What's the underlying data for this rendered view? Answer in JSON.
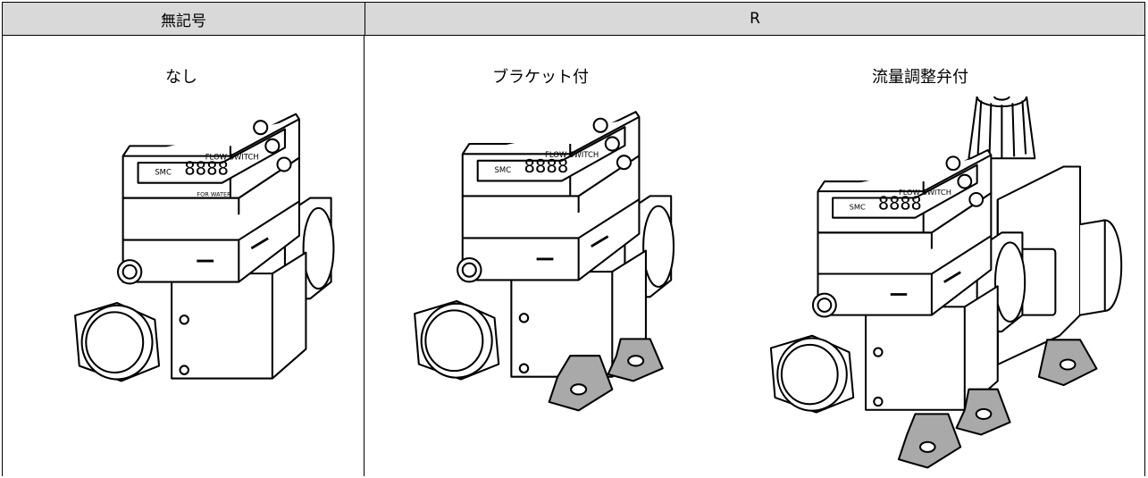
{
  "header": {
    "col1": "無記号",
    "col2": "R"
  },
  "options": [
    {
      "label": "なし"
    },
    {
      "label": "ブラケット付"
    },
    {
      "label": "流量調整弁付"
    }
  ],
  "device": {
    "brand": "SMC",
    "display_title": "FLOW SWITCH",
    "digits": "8888",
    "side_badge": "FOR WATER",
    "body_color": "#ffffff",
    "line_color": "#000000",
    "bracket_color": "#a9a9a9"
  }
}
